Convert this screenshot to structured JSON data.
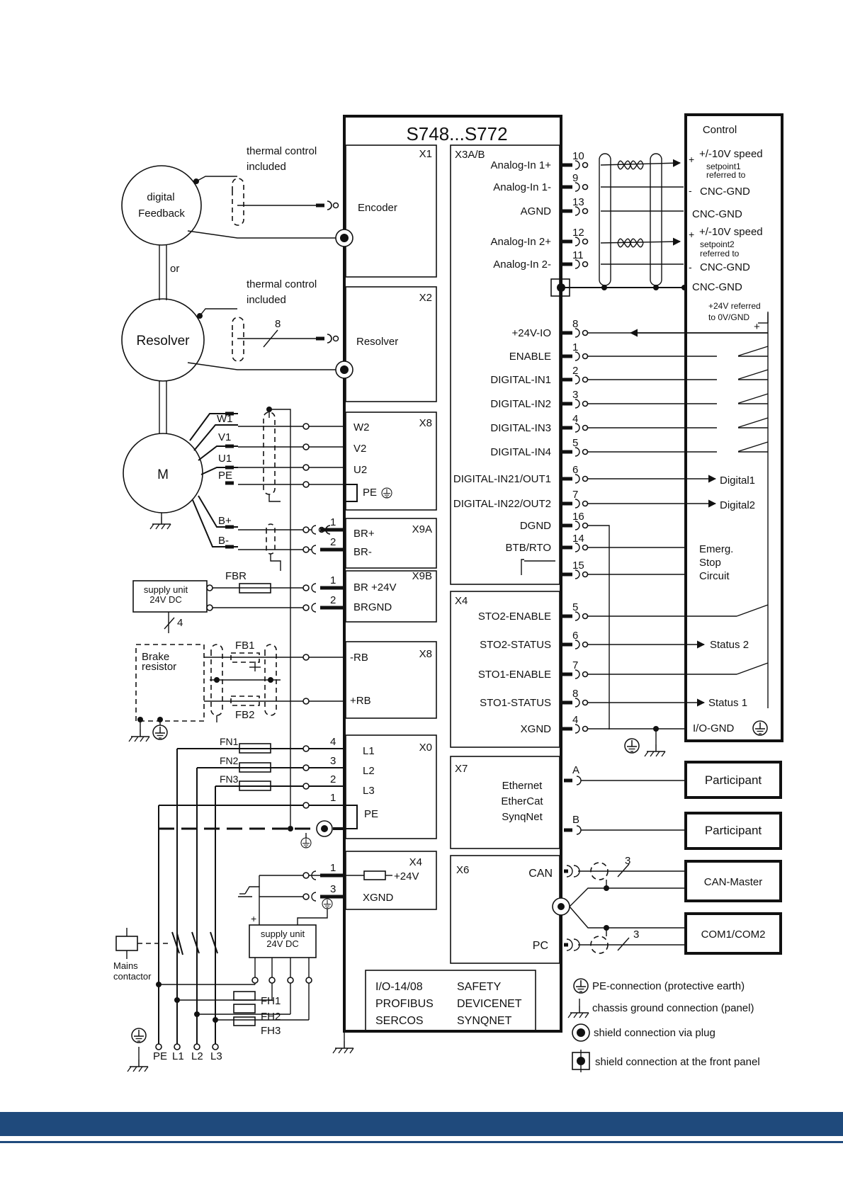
{
  "drive": {
    "title": "S748...S772",
    "x1": "X1",
    "x2": "X2",
    "x8a": "X8",
    "x9a": "X9A",
    "x9b": "X9B",
    "x8b": "X8",
    "x0": "X0",
    "x4b": "X4",
    "x3ab": "X3A/B",
    "x4": "X4",
    "x7": "X7",
    "x6": "X6",
    "encoder": "Encoder",
    "resolver": "Resolver",
    "w2": "W2",
    "v2": "V2",
    "u2": "U2",
    "pe": "PE",
    "brp": "BR+",
    "brm": "BR-",
    "br24": "BR +24V",
    "brgnd": "BRGND",
    "rbm": "-RB",
    "rbp": "+RB",
    "l1": "L1",
    "l2": "L2",
    "l3": "L3",
    "pe0": "PE",
    "p24": "+24V",
    "xgnd": "XGND",
    "ethernet": "Ethernet",
    "ethercat": "EtherCat",
    "synqnet": "SynqNet",
    "can": "CAN",
    "pc": "PC",
    "opt1a": "I/O-14/08",
    "opt2a": "PROFIBUS",
    "opt3a": "SERCOS",
    "opt1b": "SAFETY",
    "opt2b": "DEVICENET",
    "opt3b": "SYNQNET"
  },
  "x3": {
    "rows": [
      {
        "label": "Analog-In 1+",
        "pin": "10"
      },
      {
        "label": "Analog-In 1-",
        "pin": "9"
      },
      {
        "label": "AGND",
        "pin": "13"
      },
      {
        "label": "Analog-In 2+",
        "pin": "12"
      },
      {
        "label": "Analog-In 2-",
        "pin": "11"
      },
      {
        "label": "+24V-IO",
        "pin": "8"
      },
      {
        "label": "ENABLE",
        "pin": "1"
      },
      {
        "label": "DIGITAL-IN1",
        "pin": "2"
      },
      {
        "label": "DIGITAL-IN2",
        "pin": "3"
      },
      {
        "label": "DIGITAL-IN3",
        "pin": "4"
      },
      {
        "label": "DIGITAL-IN4",
        "pin": "5"
      },
      {
        "label": "DIGITAL-IN21/OUT1",
        "pin": "6"
      },
      {
        "label": "DIGITAL-IN22/OUT2",
        "pin": "7"
      },
      {
        "label": "DGND",
        "pin": "16"
      },
      {
        "label": "BTB/RTO",
        "pin": "14"
      },
      {
        "label": "",
        "pin": "15"
      }
    ]
  },
  "x4": {
    "rows": [
      {
        "label": "STO2-ENABLE",
        "pin": "5"
      },
      {
        "label": "STO2-STATUS",
        "pin": "6"
      },
      {
        "label": "STO1-ENABLE",
        "pin": "7"
      },
      {
        "label": "STO1-STATUS",
        "pin": "8"
      },
      {
        "label": "XGND",
        "pin": "4"
      }
    ]
  },
  "control": {
    "title": "Control",
    "sp1a": "+/-10V speed",
    "sp1b": "setpoint1",
    "sp1c": "referred to",
    "cncgnd1": "CNC-GND",
    "cncgnd2": "CNC-GND",
    "sp2a": "+/-10V speed",
    "sp2b": "setpoint2",
    "sp2c": "referred to",
    "cncgnd3": "CNC-GND",
    "cncgnd4": "CNC-GND",
    "ref24a": "+24V referred",
    "ref24b": "to 0V/GND",
    "digital1": "Digital1",
    "digital2": "Digital2",
    "emerg1": "Emerg.",
    "emerg2": "Stop",
    "emerg3": "Circuit",
    "status2": "Status 2",
    "status1": "Status 1",
    "iognd": "I/O-GND",
    "plus": "+",
    "minus": "-"
  },
  "left": {
    "thermal1a": "thermal control",
    "thermal1b": "included",
    "thermal2a": "thermal control",
    "thermal2b": "included",
    "digital": "digital",
    "feedback": "Feedback",
    "or": "or",
    "resolver": "Resolver",
    "motor": "M",
    "cable8": "8",
    "w1": "W1",
    "v1": "V1",
    "u1": "U1",
    "pe": "PE",
    "bp": "B+",
    "bm": "B-",
    "fbr": "FBR",
    "supply1a": "supply unit",
    "supply1b": "24V DC",
    "four": "4",
    "brake1": "Brake",
    "brake2": "resistor",
    "fb1": "FB1",
    "fb2": "FB2",
    "fn1": "FN1",
    "fn2": "FN2",
    "fn3": "FN3",
    "n4": "4",
    "n3": "3",
    "n2": "2",
    "n1": "1",
    "x9a1": "1",
    "x9a2": "2",
    "x9b1": "1",
    "x9b2": "2",
    "x4p1": "1",
    "x4p3": "3",
    "mains1": "Mains",
    "mains2": "contactor",
    "supply2a": "supply unit",
    "supply2b": "24V DC",
    "fh1": "FH1",
    "fh2": "FH2",
    "fh3": "FH3",
    "l1": "L1",
    "l2": "L2",
    "l3": "L3",
    "plus": "+"
  },
  "right": {
    "a": "A",
    "b": "B",
    "participant1": "Participant",
    "participant2": "Participant",
    "canmaster": "CAN-Master",
    "com": "COM1/COM2",
    "three1": "3",
    "three2": "3"
  },
  "legend": {
    "pe": "PE-connection (protective earth)",
    "chassis": "chassis ground connection (panel)",
    "shieldplug": "shield connection via plug",
    "shieldfront": "shield connection at the front panel"
  }
}
